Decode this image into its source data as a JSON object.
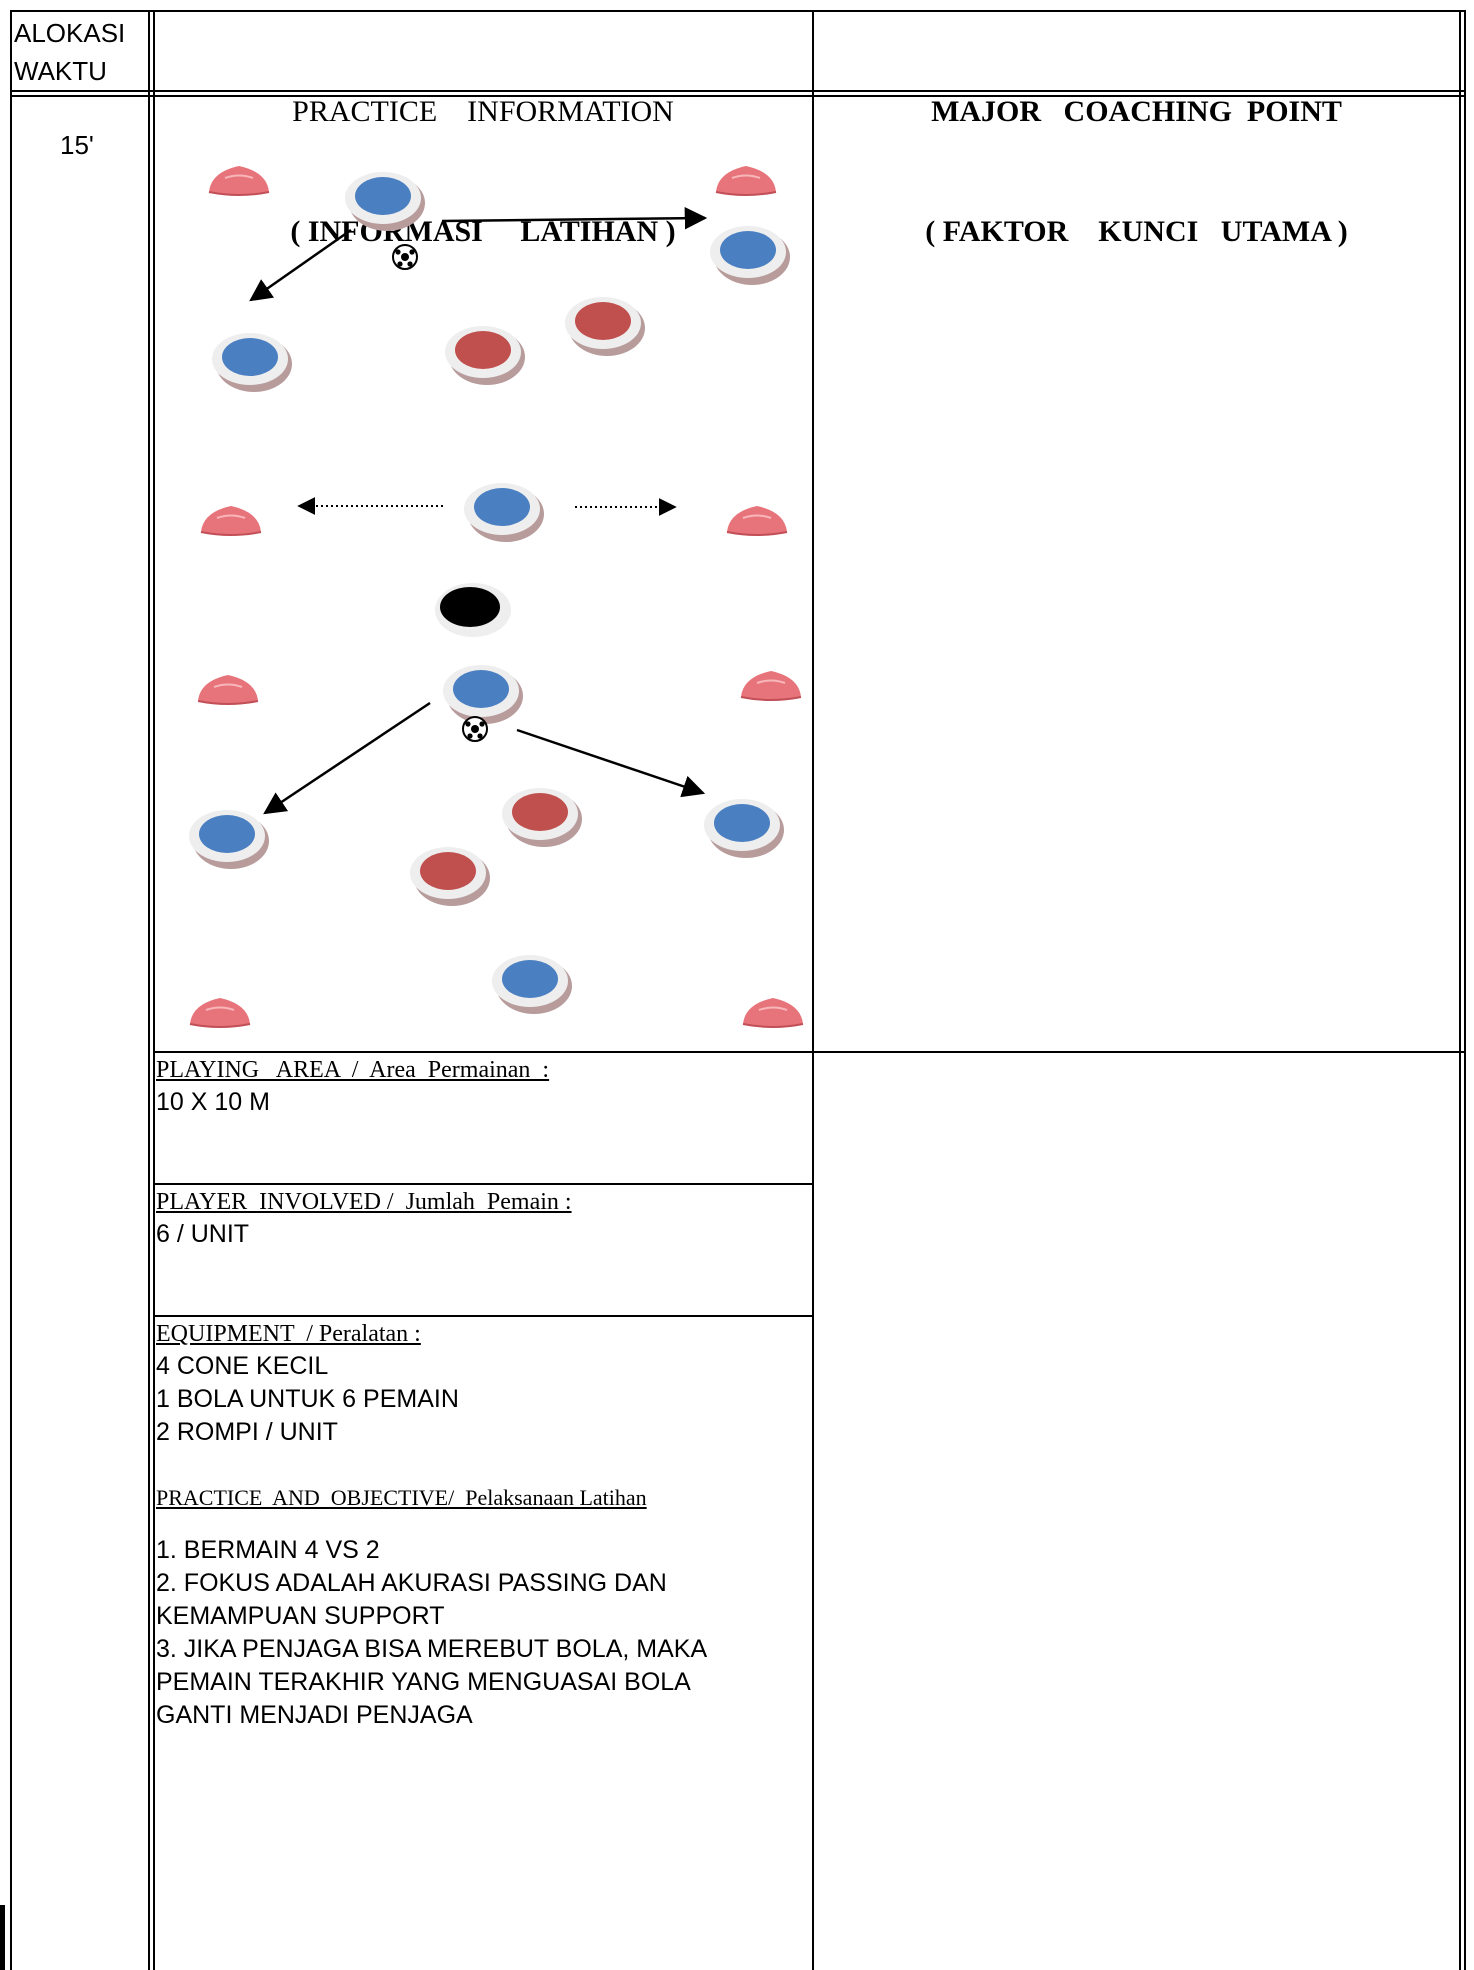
{
  "header": {
    "time_col_line1": "ALOKASI",
    "time_col_line2": "WAKTU",
    "practice_col_line1": "PRACTICE    INFORMATION",
    "practice_col_line2": "( INFORMASI     LATIHAN )",
    "coaching_col_line1": "MAJOR   COACHING  POINT",
    "coaching_col_line2": "( FAKTOR    KUNCI   UTAMA )"
  },
  "time_allocation": "15'",
  "diagram": {
    "colors": {
      "attacker": "#4a7fc1",
      "defender": "#c0504d",
      "goalkeeper": "#000000",
      "cone": "#e8747b"
    },
    "elements": [
      "cone-icon",
      "attacker-marker",
      "defender-marker",
      "black-marker",
      "ball-icon",
      "pass-arrow",
      "movement-arrow"
    ]
  },
  "playing_area": {
    "title": "PLAYING   AREA  /  Area  Permainan  :",
    "value": "10 X 10 M"
  },
  "players": {
    "title": "PLAYER  INVOLVED /  Jumlah  Pemain :",
    "value": "6 / UNIT"
  },
  "equipment": {
    "title": "EQUIPMENT  / Peralatan :",
    "items": [
      "4 CONE KECIL",
      "1 BOLA UNTUK 6 PEMAIN",
      "2 ROMPI / UNIT"
    ]
  },
  "practice": {
    "title": "PRACTICE  AND  OBJECTIVE/  Pelaksanaan Latihan",
    "lines": [
      "1. BERMAIN 4 VS 2",
      "2. FOKUS ADALAH AKURASI PASSING DAN",
      "KEMAMPUAN SUPPORT",
      "3. JIKA PENJAGA BISA MEREBUT BOLA, MAKA",
      "PEMAIN TERAKHIR YANG MENGUASAI BOLA",
      "GANTI MENJADI PENJAGA"
    ]
  }
}
